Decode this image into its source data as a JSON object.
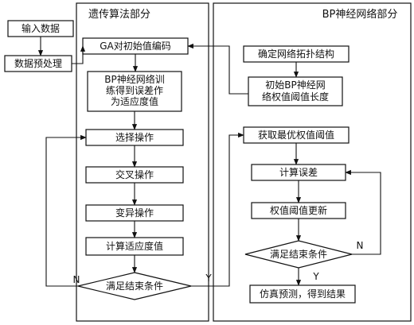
{
  "panels": {
    "left_title": "遗传算法部分",
    "right_title": "BP神经网络部分"
  },
  "nodes": {
    "input": "输入数据",
    "preprocess": "数据预处理",
    "ga_encode": "GA对初始值编码",
    "bp_train": [
      "BP神经网络训",
      "练得到误差作",
      "为适应度值"
    ],
    "select": "选择操作",
    "crossover": "交叉操作",
    "mutate": "变异操作",
    "fitness": "计算适应度值",
    "ga_end": "满足结束条件",
    "topology": "确定网络拓扑结构",
    "init_weights": [
      "初始BP神经网",
      "络权值阈值长度"
    ],
    "best_weights": "获取最优权值阈值",
    "error": "计算误差",
    "update": "权值阈值更新",
    "bp_end": "满足结束条件",
    "predict": "仿真预测，得到结果"
  },
  "edge_labels": {
    "ga_no": "N",
    "ga_yes": "Y",
    "bp_no": "N",
    "bp_yes": "Y"
  }
}
